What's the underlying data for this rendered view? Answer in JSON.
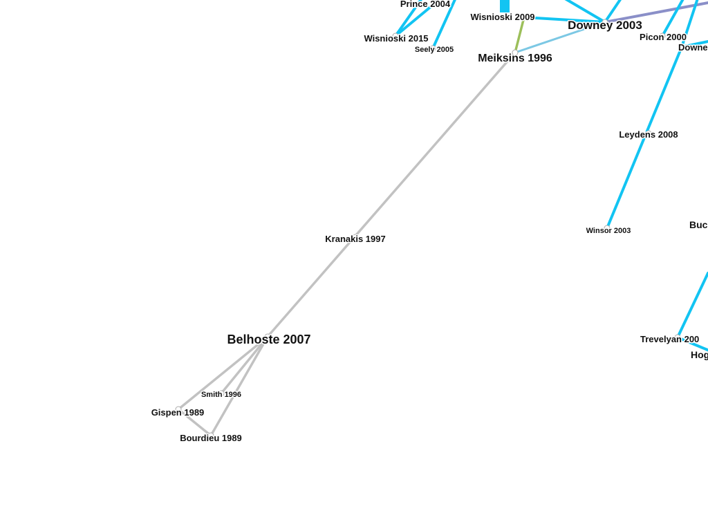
{
  "graph": {
    "colors": {
      "cyan": "#12c4f2",
      "gray": "#c2c2c2",
      "green": "#9cbf5a",
      "light_blue": "#7cc8e4",
      "purple": "#8a8fc8"
    },
    "nodes": [
      {
        "id": "prince2004",
        "label": "Prince 2004"
      },
      {
        "id": "wisnioski2009",
        "label": "Wisnioski 2009"
      },
      {
        "id": "downey2003",
        "label": "Downey 2003"
      },
      {
        "id": "wisnioski2015",
        "label": "Wisnioski 2015"
      },
      {
        "id": "seely2005",
        "label": "Seely 2005"
      },
      {
        "id": "picon2000",
        "label": "Picon 2000"
      },
      {
        "id": "downey_partial",
        "label": "Downe"
      },
      {
        "id": "meiksins1996",
        "label": "Meiksins 1996"
      },
      {
        "id": "leydens2008",
        "label": "Leydens 2008"
      },
      {
        "id": "kranakis1997",
        "label": "Kranakis 1997"
      },
      {
        "id": "winsor2003",
        "label": "Winsor 2003"
      },
      {
        "id": "buc_partial",
        "label": "Buc"
      },
      {
        "id": "belhoste2007",
        "label": "Belhoste 2007"
      },
      {
        "id": "trevelyan_partial",
        "label": "Trevelyan 200"
      },
      {
        "id": "hog_partial",
        "label": "Hog"
      },
      {
        "id": "smith1996",
        "label": "Smith 1996"
      },
      {
        "id": "gispen1989",
        "label": "Gispen 1989"
      },
      {
        "id": "bourdieu1989",
        "label": "Bourdieu 1989"
      }
    ],
    "edges": [
      {
        "from": "belhoste2007",
        "to": "meiksins1996",
        "color": "gray"
      },
      {
        "from": "belhoste2007",
        "to": "gispen1989",
        "color": "gray"
      },
      {
        "from": "belhoste2007",
        "to": "bourdieu1989",
        "color": "gray"
      },
      {
        "from": "belhoste2007",
        "to": "smith1996",
        "color": "gray"
      },
      {
        "from": "gispen1989",
        "to": "bourdieu1989",
        "color": "gray"
      },
      {
        "from": "meiksins1996",
        "to": "wisnioski2009",
        "color": "green"
      },
      {
        "from": "meiksins1996",
        "to": "downey2003",
        "color": "light_blue"
      },
      {
        "from": "downey2003",
        "to": "offscreen_right_top",
        "color": "purple"
      },
      {
        "from": "wisnioski2009",
        "to": "downey2003",
        "color": "cyan"
      },
      {
        "from": "downey2003",
        "to": "offscreen_top_a",
        "color": "cyan"
      },
      {
        "from": "downey2003",
        "to": "offscreen_top_b",
        "color": "cyan"
      },
      {
        "from": "wisnioski2015",
        "to": "offscreen_top_c",
        "color": "cyan"
      },
      {
        "from": "wisnioski2015",
        "to": "prince2004",
        "color": "cyan"
      },
      {
        "from": "seely2005",
        "to": "offscreen_top_d",
        "color": "cyan"
      },
      {
        "from": "picon2000",
        "to": "offscreen_top_e",
        "color": "cyan"
      },
      {
        "from": "downey_partial",
        "to": "offscreen_top_f",
        "color": "cyan"
      },
      {
        "from": "downey_partial",
        "to": "offscreen_right_mid",
        "color": "cyan"
      },
      {
        "from": "downey_partial",
        "to": "winsor2003",
        "color": "cyan"
      },
      {
        "from": "trevelyan_partial",
        "to": "offscreen_right_low",
        "color": "cyan"
      },
      {
        "from": "trevelyan_partial",
        "to": "hog_partial",
        "color": "cyan"
      }
    ]
  }
}
